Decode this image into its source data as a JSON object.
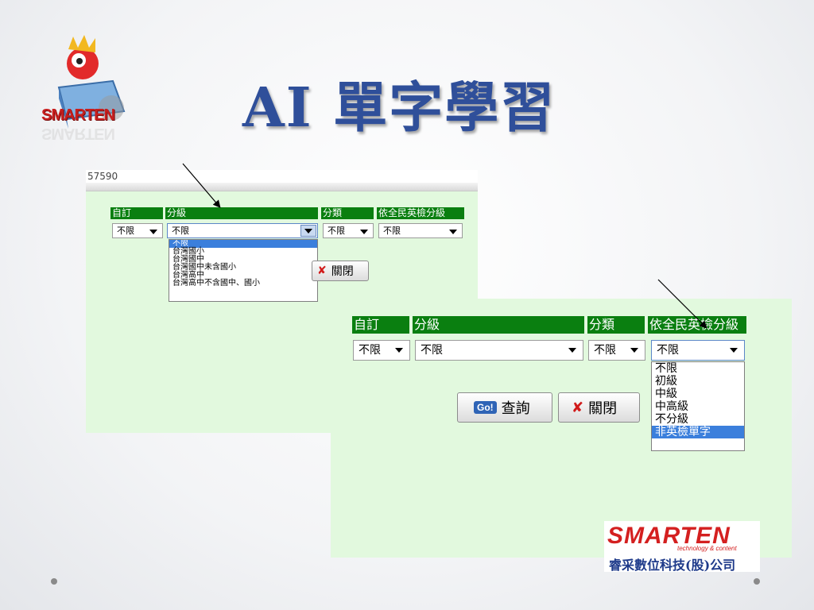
{
  "slide": {
    "title": "AI 單字學習",
    "logo_text": "SMARTEN",
    "brand": {
      "word": "SMARTEN",
      "tagline": "technology & content",
      "company": "睿采數位科技(股)公司",
      "accent": "#d42020"
    }
  },
  "colors": {
    "header_green": "#0a7f10",
    "panel_bg": "#e2f9de",
    "title_blue": "#2f4f9a",
    "selected_option": "#3b7fdc"
  },
  "window_small": {
    "id_text": "57590",
    "headers": [
      "自訂",
      "分級",
      "分類",
      "依全民英檢分級"
    ],
    "selects": [
      "不限",
      "不限",
      "不限",
      "不限"
    ],
    "dropdown_options": [
      "不限",
      "台灣國小",
      "台灣國中",
      "台灣國中未含國小",
      "台灣高中",
      "台灣高中不含國中、國小"
    ],
    "selected_option": "不限",
    "close_label": "關閉"
  },
  "window_large": {
    "headers": [
      "自訂",
      "分級",
      "分類",
      "依全民英檢分級"
    ],
    "selects": [
      "不限",
      "不限",
      "不限",
      "不限"
    ],
    "dropdown_options": [
      "不限",
      "初級",
      "中級",
      "中高級",
      "不分級",
      "非英檢單字"
    ],
    "selected_option": "非英檢單字",
    "go_badge": "Go!",
    "query_label": "查詢",
    "close_label": "關閉"
  },
  "icons": [
    "mascot-logo-icon",
    "dropdown-arrow-icon",
    "close-x-icon",
    "go-badge-icon"
  ]
}
